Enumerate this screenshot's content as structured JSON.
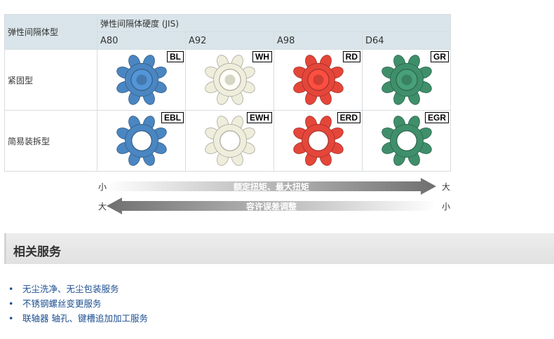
{
  "table": {
    "corner_label": "弹性间隔体型",
    "hardness_header": "弹性间隔体硬度 (JIS)",
    "hardness_levels": [
      "A80",
      "A92",
      "A98",
      "D64"
    ],
    "rows": [
      {
        "label": "紧固型",
        "style": "solid",
        "items": [
          {
            "code": "BL",
            "color": "#4a86c1"
          },
          {
            "code": "WH",
            "color": "#efeedd"
          },
          {
            "code": "RD",
            "color": "#e5463a"
          },
          {
            "code": "GR",
            "color": "#3f8f6b"
          }
        ]
      },
      {
        "label": "简易装拆型",
        "style": "ring",
        "items": [
          {
            "code": "EBL",
            "color": "#4a86c1"
          },
          {
            "code": "EWH",
            "color": "#efeedd"
          },
          {
            "code": "ERD",
            "color": "#e5463a"
          },
          {
            "code": "EGR",
            "color": "#3f8f6b"
          }
        ]
      }
    ]
  },
  "scales": [
    {
      "left": "小",
      "right": "大",
      "label": "额定扭矩、最大扭矩",
      "direction": "right"
    },
    {
      "left": "大",
      "right": "小",
      "label": "容许误差调整",
      "direction": "left"
    }
  ],
  "related": {
    "title": "相关服务",
    "links": [
      "无尘洗净、无尘包装服务",
      "不锈钢螺丝变更服务",
      "联轴器 轴孔、键槽追加加工服务"
    ]
  }
}
